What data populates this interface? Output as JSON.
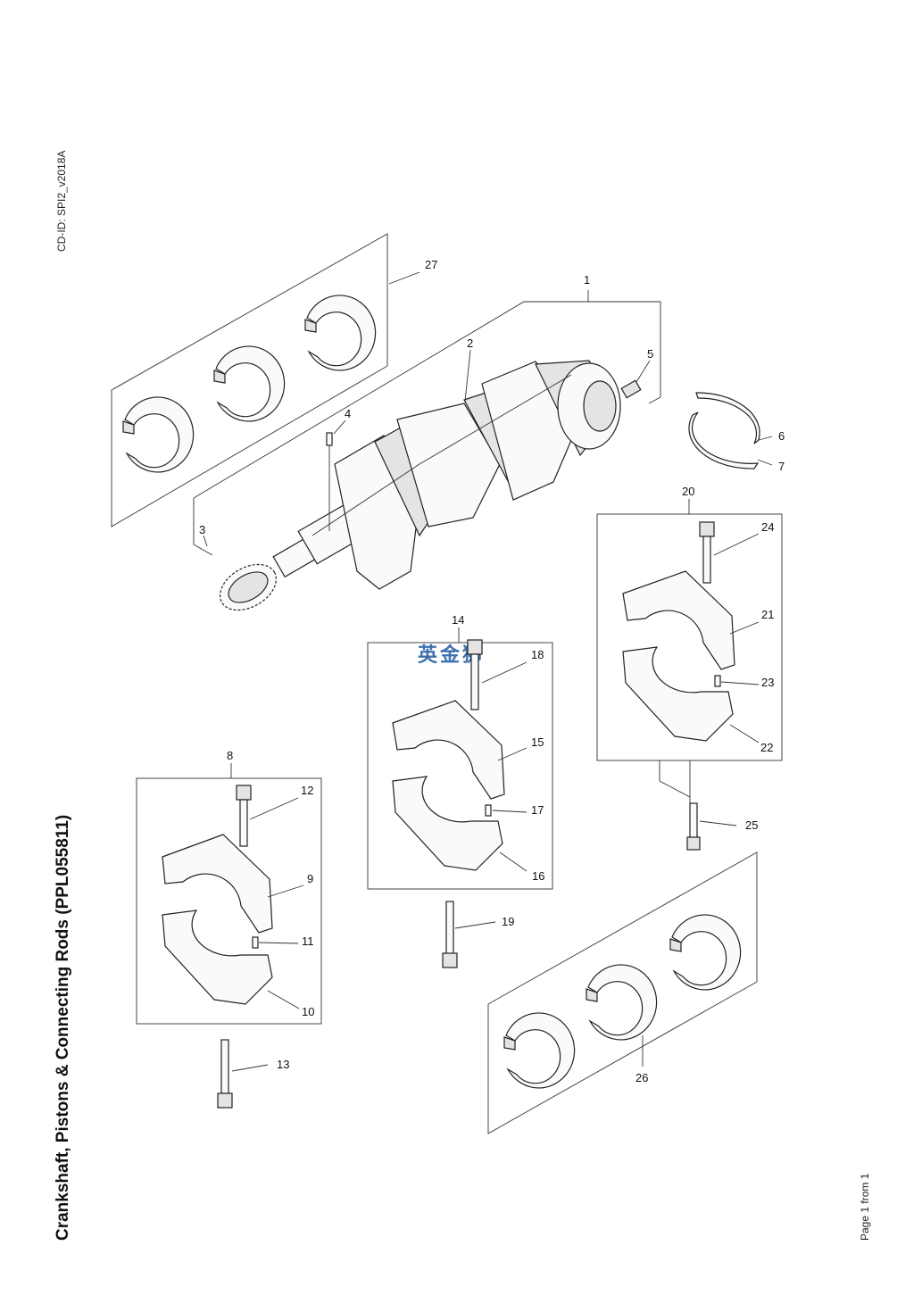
{
  "page": {
    "title": "Crankshaft, Pistons & Connecting Rods (PPL055811)",
    "cd_id": "CD-ID: SPI2_v2018A",
    "page_number": "Page 1 from 1",
    "watermark": "英金狮"
  },
  "callouts": [
    "1",
    "2",
    "3",
    "4",
    "5",
    "6",
    "7",
    "8",
    "9",
    "10",
    "11",
    "12",
    "13",
    "14",
    "15",
    "16",
    "17",
    "18",
    "19",
    "20",
    "21",
    "22",
    "23",
    "24",
    "25",
    "26",
    "27"
  ]
}
